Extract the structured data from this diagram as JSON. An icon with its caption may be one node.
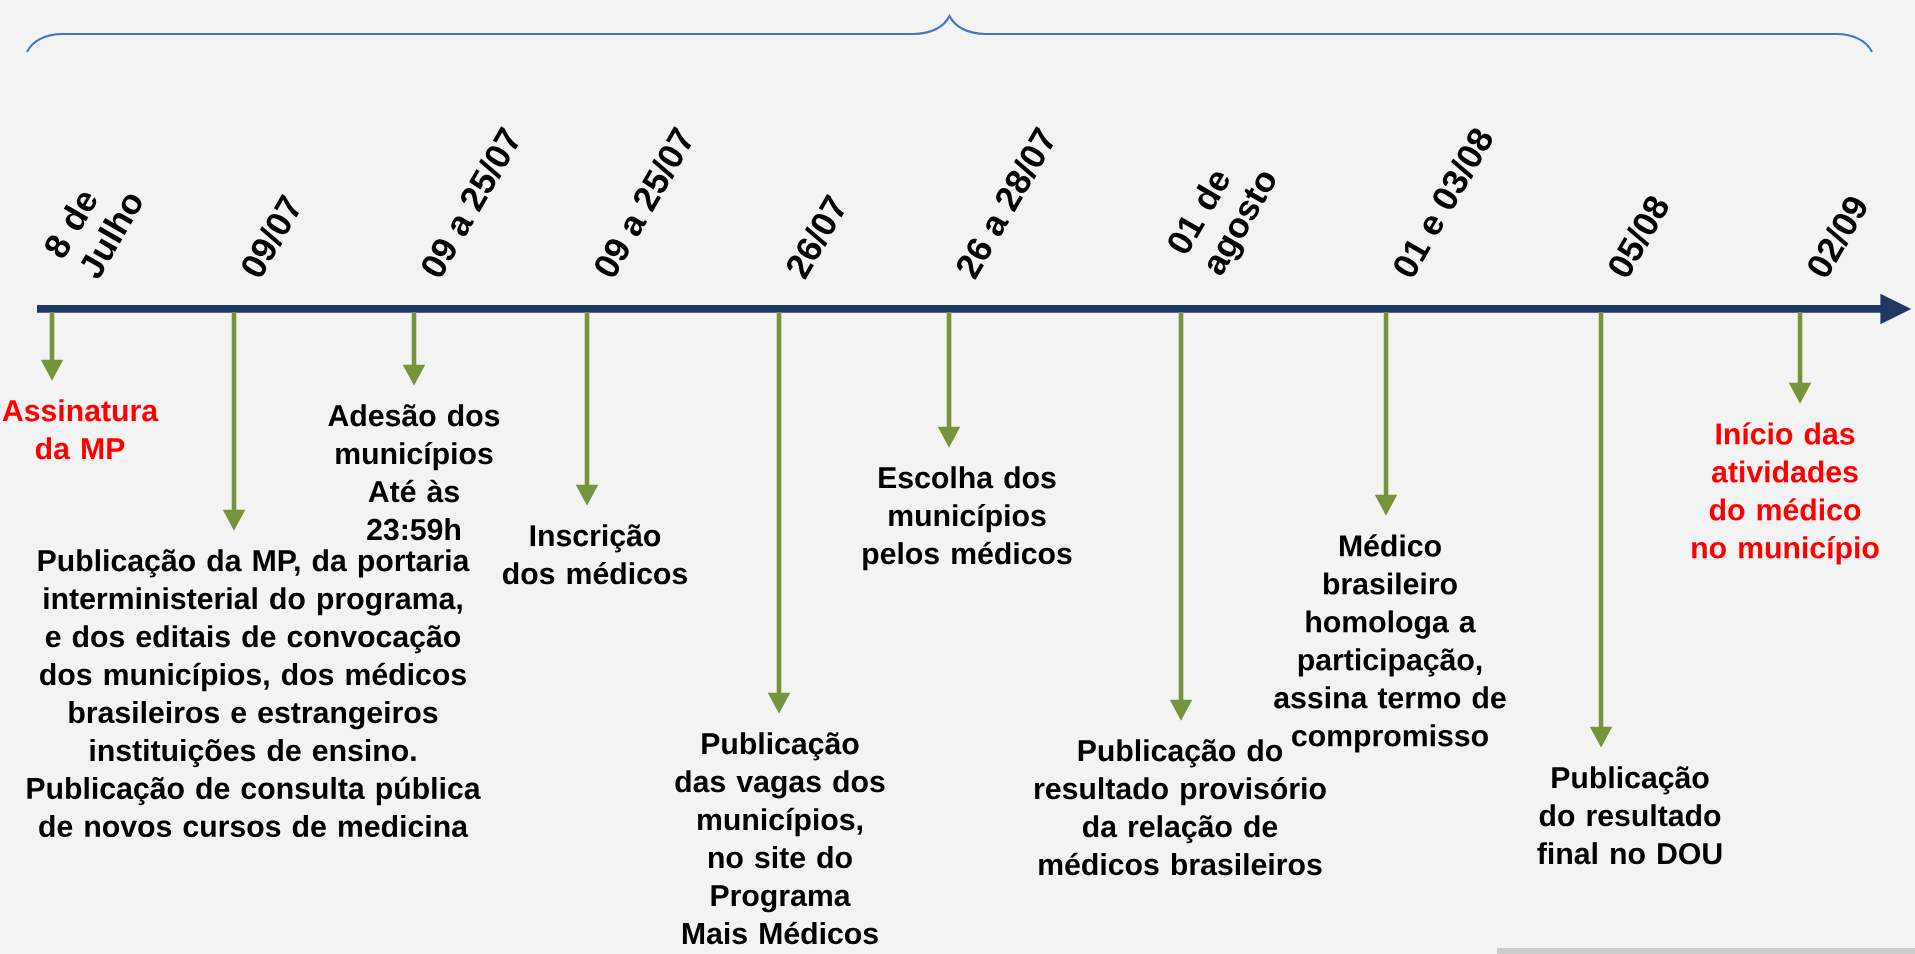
{
  "diagram": {
    "nodes": [
      {
        "text": [
          "Assinatura da MP"
        ]
      },
      {
        "text": [
          "Publicação da MP, da portaria interministerial do programa, e dos editais de convocação dos municípios, dos médicos brasileiros e estrangeiros instituições de ensino.",
          "Publicação de consulta pública de novos cursos de medicina"
        ]
      },
      {
        "text": [
          "Adesão dos municípios Até às 23:59h"
        ]
      },
      {
        "text": [
          "Inscrição dos médicos"
        ]
      },
      {
        "text": [
          "Publicação das vagas dos municípios, no site do Programa Mais Médicos"
        ]
      },
      {
        "text": [
          "Escolha dos municípios pelos médicos"
        ]
      },
      {
        "text": [
          "Publicação do resultado provisório da relação de médicos brasileiros"
        ]
      },
      {
        "text": [
          "Médico brasileiro homologa a participação, assina termo de compromisso"
        ]
      },
      {
        "text": [
          "Publicação do resultado final no DOU"
        ]
      },
      {
        "text": [
          "Início das atividades do médico no município"
        ]
      }
    ],
    "edges": [
      {
        "from": null,
        "to": 0,
        "arrow": "to"
      },
      {
        "from": null,
        "to": 1,
        "arrow": "to"
      },
      {
        "from": null,
        "to": 2,
        "arrow": "to"
      },
      {
        "from": null,
        "to": 3,
        "arrow": "to"
      },
      {
        "from": null,
        "to": 4,
        "arrow": "to"
      },
      {
        "from": null,
        "to": 5,
        "arrow": "to"
      },
      {
        "from": null,
        "to": 6,
        "arrow": "to"
      },
      {
        "from": null,
        "to": 7,
        "arrow": "to"
      },
      {
        "from": null,
        "to": 8,
        "arrow": "to"
      },
      {
        "from": null,
        "to": 9,
        "arrow": "to"
      }
    ],
    "labels": [
      "8 de Julho",
      "09/07",
      "09 a 25/07",
      "09 a 25/07",
      "26/07",
      "26 a 28/07",
      "01 de agosto",
      "01 e 03/08",
      "05/08",
      "02/09"
    ]
  }
}
